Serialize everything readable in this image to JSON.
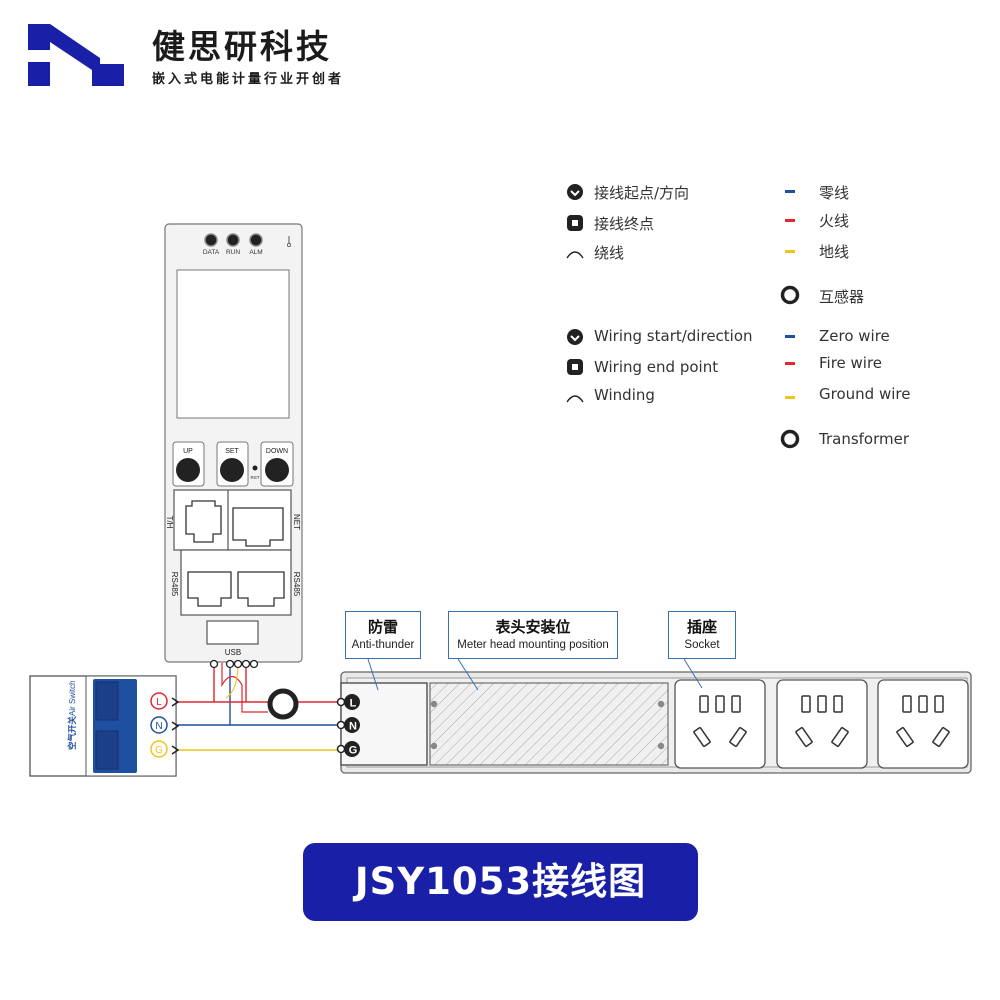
{
  "brand": {
    "name": "健思研科技",
    "slogan": "嵌入式电能计量行业开创者",
    "accent_color": "#1a1fa8"
  },
  "title": "JSY1053接线图",
  "legend": {
    "zh": {
      "wiring_start": "接线起点/方向",
      "wiring_end": "接线终点",
      "winding": "绕线",
      "zero_wire": "零线",
      "fire_wire": "火线",
      "ground_wire": "地线",
      "transformer": "互感器"
    },
    "en": {
      "wiring_start": "Wiring start/direction",
      "wiring_end": "Wiring end point",
      "winding": "Winding",
      "zero_wire": "Zero wire",
      "fire_wire": "Fire wire",
      "ground_wire": "Ground wire",
      "transformer": "Transformer"
    },
    "colors": {
      "zero": "#1f4fa0",
      "fire": "#e0282e",
      "ground": "#f0c419"
    }
  },
  "meter": {
    "indicators": [
      "DATA",
      "RUN",
      "ALM"
    ],
    "buttons": {
      "up": "UP",
      "set": "SET",
      "down": "DOWN",
      "reset": "RST"
    },
    "ports": {
      "th": "T/H",
      "net": "NET",
      "rs485_left": "RS485",
      "rs485_right": "RS485"
    },
    "usb": "USB"
  },
  "air_switch": {
    "zh": "空气开关",
    "en": "Air Switch"
  },
  "terminals": [
    "L",
    "N",
    "G"
  ],
  "pdu": {
    "anti_thunder": {
      "zh": "防雷",
      "en": "Anti-thunder"
    },
    "meter_position": {
      "zh": "表头安装位",
      "en": "Meter head mounting position"
    },
    "socket": {
      "zh": "插座",
      "en": "Socket"
    }
  }
}
